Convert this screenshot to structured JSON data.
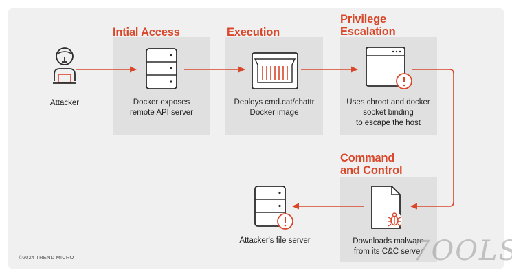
{
  "stages": {
    "initial_access": {
      "title_lines": [
        "Intial Access"
      ],
      "caption_lines": [
        "Docker exposes",
        "remote API server"
      ]
    },
    "execution": {
      "title_lines": [
        "Execution"
      ],
      "caption_lines": [
        "Deploys cmd.cat/chattr",
        "Docker image"
      ]
    },
    "privilege_escalation": {
      "title_lines": [
        "Privilege",
        "Escalation"
      ],
      "caption_lines": [
        "Uses chroot and docker",
        "socket binding",
        "to escape the host"
      ]
    },
    "command_and_control": {
      "title_lines": [
        "Command",
        "and Control"
      ],
      "caption_lines": [
        "Downloads malware",
        "from its C&C server"
      ]
    }
  },
  "attacker": {
    "label": "Attacker"
  },
  "file_server": {
    "label": "Attacker's file server"
  },
  "copyright": "©2024 TREND MICRO",
  "watermark": "7OOLS",
  "colors": {
    "accent": "#d9472a",
    "card_bg": "#e0e0e0",
    "panel_bg": "#f0f0f0",
    "text": "#222222",
    "icon_stroke": "#2b2b2b"
  },
  "icons": {
    "attacker": "hacker-with-laptop-icon",
    "initial_access": "server-rack-icon",
    "execution": "docker-container-icon",
    "privilege_escalation": "browser-window-alert-icon",
    "command_and_control": "malware-document-icon",
    "file_server": "server-alert-icon"
  }
}
